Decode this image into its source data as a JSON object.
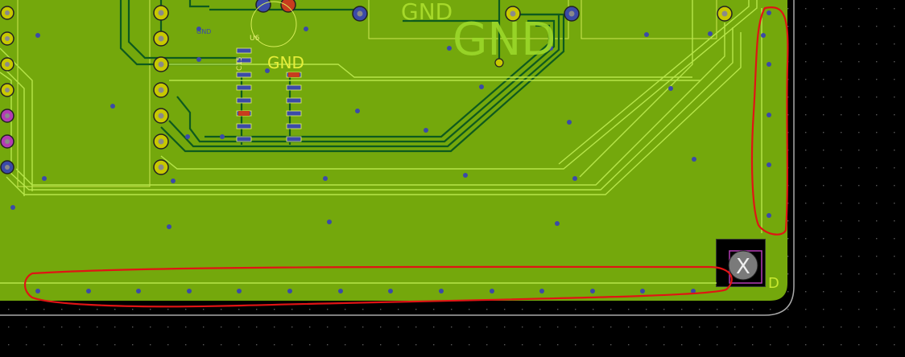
{
  "canvas": {
    "background": "#000000",
    "grid_dots": "#5a5a5a"
  },
  "board": {
    "copper_fill": "#74a80c",
    "trace_dark": "#0e5a1e",
    "trace_light": "#c9f55a",
    "silk": "#e6ee7a",
    "via_fill": "#3b4aa8",
    "outline": "#a9a9a9",
    "markup": "#e01414"
  },
  "labels": {
    "gnd_top": "GND",
    "gnd_big": "GND",
    "gnd_small": "GND",
    "gnd_tiny": "GND",
    "ref_u6": "U6",
    "ref_c": "C15",
    "corner_d": "D"
  },
  "mounting_hole": {
    "glyph": "X"
  }
}
